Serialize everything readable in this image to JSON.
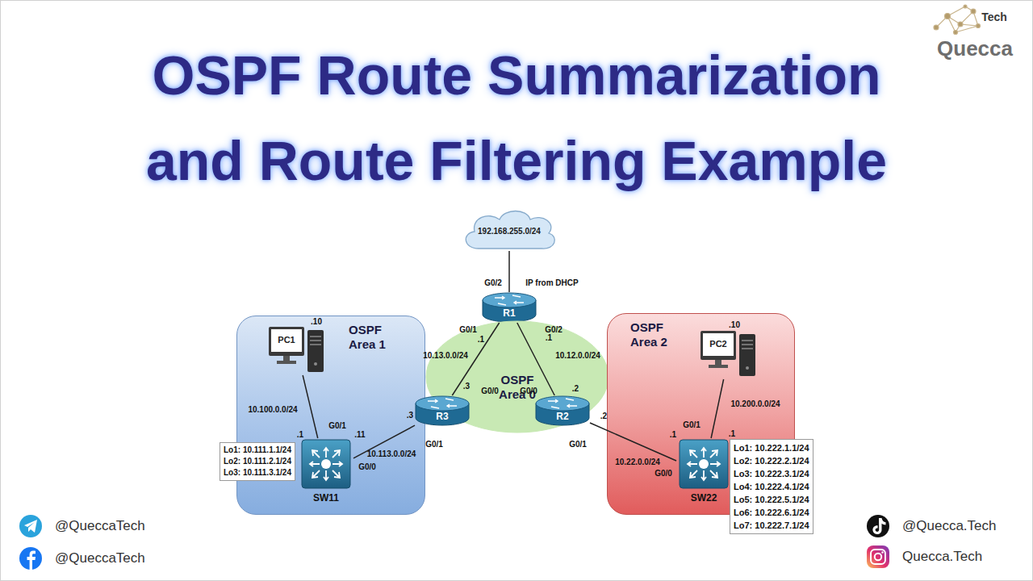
{
  "diagram": {
    "title": "OSPF Route Summarization and Route Filtering Example",
    "nodes": [
      {
        "text": [
          "192.168.255.0/24"
        ]
      },
      {
        "text": [
          "R1"
        ]
      },
      {
        "text": [
          "OSPF Area 1"
        ]
      },
      {
        "text": [
          "PC1"
        ],
        "in": 2
      },
      {
        "text": [
          "SW11"
        ],
        "in": 2
      },
      {
        "text": [
          "Lo1: 10.111.1.1/24",
          "Lo2: 10.111.2.1/24",
          "Lo3: 10.111.3.1/24"
        ],
        "in": 2
      },
      {
        "text": [
          "OSPF Area 0"
        ]
      },
      {
        "text": [
          "R3"
        ]
      },
      {
        "text": [
          "R2"
        ]
      },
      {
        "text": [
          "OSPF Area 2"
        ]
      },
      {
        "text": [
          "PC2"
        ],
        "in": 9
      },
      {
        "text": [
          "SW22"
        ],
        "in": 9
      },
      {
        "text": [
          "Lo1: 10.222.1.1/24",
          "Lo2: 10.222.2.1/24",
          "Lo3: 10.222.3.1/24",
          "Lo4: 10.222.4.1/24",
          "Lo5: 10.222.5.1/24",
          "Lo6: 10.222.6.1/24",
          "Lo7: 10.222.7.1/24"
        ],
        "in": 9
      }
    ],
    "edges": [
      {
        "from": 0,
        "to": 1,
        "arrow": "none"
      },
      {
        "from": 1,
        "to": 7,
        "label": "10.13.0.0/24",
        "arrow": "none"
      },
      {
        "from": 1,
        "to": 8,
        "label": "10.12.0.0/24",
        "arrow": "none"
      },
      {
        "from": 3,
        "to": 4,
        "label": "10.100.0.0/24",
        "arrow": "none"
      },
      {
        "from": 7,
        "to": 4,
        "label": "10.113.0.0/24",
        "arrow": "none"
      },
      {
        "from": 8,
        "to": 11,
        "label": "10.22.0.0/24",
        "arrow": "none"
      },
      {
        "from": 10,
        "to": 11,
        "label": "10.200.0.0/24",
        "arrow": "none"
      }
    ],
    "labels": [
      "Tech",
      "Quecca",
      "G0/2",
      "IP from DHCP",
      "G0/1",
      ".1",
      "G0/2",
      ".1",
      ".3",
      "G0/0",
      "G0/0",
      ".2",
      ".10",
      ".1",
      "G0/1",
      ".11",
      ".3",
      "G0/1",
      "G0/0",
      ".2",
      "G0/1",
      ".1",
      "G0/1",
      ".10",
      ".1",
      "G0/0",
      "@QueccaTech",
      "@QueccaTech",
      "@Quecca.Tech",
      "Quecca.Tech"
    ]
  }
}
